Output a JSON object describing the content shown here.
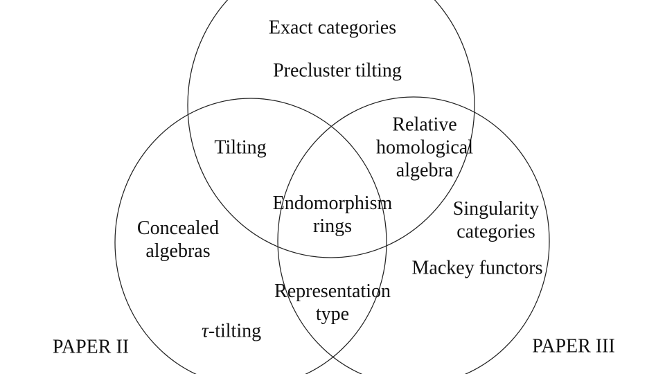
{
  "figure": {
    "type": "venn-diagram",
    "background_color": "#ffffff",
    "stroke_color": "#222222",
    "text_color": "#111111",
    "circle_count": 3
  },
  "labels": {
    "exact_categories": [
      "Exact categories"
    ],
    "precluster_tilting": [
      "Precluster tilting"
    ],
    "tilting": [
      "Tilting"
    ],
    "relative_homological_algebra": [
      "Relative",
      "homological",
      "algebra"
    ],
    "endomorphism_rings": [
      "Endomorphism",
      "rings"
    ],
    "concealed_algebras": [
      "Concealed",
      "algebras"
    ],
    "singularity_categories": [
      "Singularity",
      "categories"
    ],
    "mackey_functors": [
      "Mackey functors"
    ],
    "representation_type": [
      "Representation",
      "type"
    ],
    "tau_tilting": {
      "tau": "τ",
      "rest": "-tilting"
    },
    "paper_ii": [
      "PAPER II"
    ],
    "paper_iii": [
      "PAPER III"
    ]
  }
}
